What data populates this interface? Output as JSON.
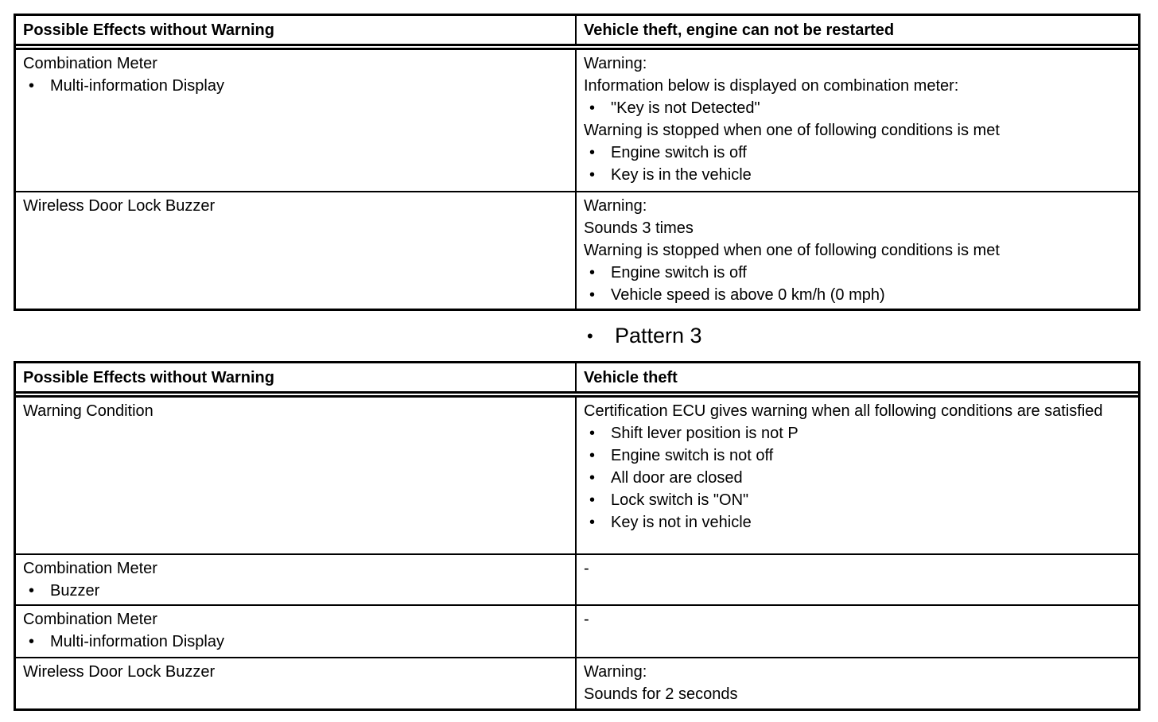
{
  "glyphs": {
    "bullet": "•"
  },
  "section": {
    "pattern_label": "Pattern 3"
  },
  "colors": {
    "text": "#000000",
    "border": "#000000",
    "background": "#ffffff"
  },
  "tables": [
    {
      "name": "pattern-2-effects-table",
      "header": {
        "effects": "Possible Effects without Warning",
        "description": "Vehicle theft, engine can not be restarted"
      },
      "rows": [
        {
          "effect": {
            "lines": [
              {
                "type": "text",
                "text": "Combination Meter"
              },
              {
                "type": "bullet",
                "text": "Multi-information Display"
              }
            ]
          },
          "description": {
            "lines": [
              {
                "type": "text",
                "text": "Warning:"
              },
              {
                "type": "text",
                "text": "Information below is displayed on combination meter:"
              },
              {
                "type": "bullet",
                "text": "\"Key is not Detected\""
              },
              {
                "type": "text",
                "text": "Warning is stopped when one of following conditions is met"
              },
              {
                "type": "bullet",
                "text": "Engine switch is off"
              },
              {
                "type": "bullet",
                "text": "Key is in the vehicle"
              }
            ]
          }
        },
        {
          "effect": {
            "lines": [
              {
                "type": "text",
                "text": "Wireless Door Lock Buzzer"
              }
            ]
          },
          "description": {
            "lines": [
              {
                "type": "text",
                "text": "Warning:"
              },
              {
                "type": "text",
                "text": "Sounds 3 times"
              },
              {
                "type": "text",
                "text": "Warning is stopped when one of following conditions is met"
              },
              {
                "type": "bullet",
                "text": "Engine switch is off"
              },
              {
                "type": "bullet",
                "text": "Vehicle speed is above 0 km/h (0 mph)"
              }
            ]
          }
        }
      ]
    },
    {
      "name": "pattern-3-effects-table",
      "header": {
        "effects": "Possible Effects without Warning",
        "description": "Vehicle theft"
      },
      "rows": [
        {
          "effect": {
            "lines": [
              {
                "type": "text",
                "text": "Warning Condition"
              }
            ]
          },
          "description": {
            "lines": [
              {
                "type": "text",
                "text": "Certification ECU gives warning when all following conditions are satisfied"
              },
              {
                "type": "bullet",
                "text": "Shift lever position is not P"
              },
              {
                "type": "bullet",
                "text": "Engine switch is not off"
              },
              {
                "type": "bullet",
                "text": "All door are closed"
              },
              {
                "type": "bullet",
                "text": "Lock switch is \"ON\""
              },
              {
                "type": "bullet",
                "text": "Key is not in vehicle"
              }
            ]
          }
        },
        {
          "effect": {
            "lines": [
              {
                "type": "text",
                "text": "Combination Meter"
              },
              {
                "type": "bullet",
                "text": "Buzzer"
              }
            ]
          },
          "description": {
            "lines": [
              {
                "type": "text",
                "text": "-"
              }
            ]
          }
        },
        {
          "effect": {
            "lines": [
              {
                "type": "text",
                "text": "Combination Meter"
              },
              {
                "type": "bullet",
                "text": "Multi-information Display"
              }
            ]
          },
          "description": {
            "lines": [
              {
                "type": "text",
                "text": "-"
              }
            ]
          }
        },
        {
          "effect": {
            "lines": [
              {
                "type": "text",
                "text": "Wireless Door Lock Buzzer"
              }
            ]
          },
          "description": {
            "lines": [
              {
                "type": "text",
                "text": "Warning:"
              },
              {
                "type": "text",
                "text": "Sounds for 2 seconds"
              }
            ]
          }
        }
      ]
    }
  ]
}
